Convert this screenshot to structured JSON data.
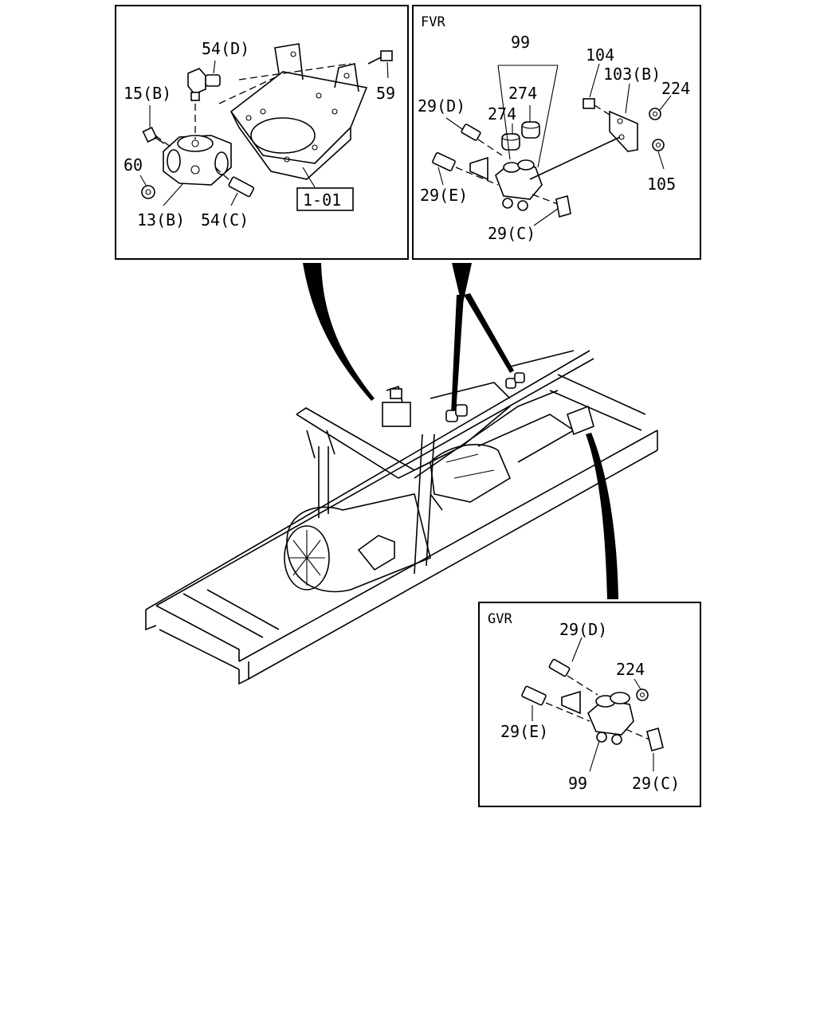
{
  "panels": {
    "left": {
      "labels": {
        "p54d": "54(D)",
        "p15b": "15(B)",
        "p60": "60",
        "p13b": "13(B)",
        "p54c": "54(C)",
        "p59": "59",
        "ref": "1-01"
      }
    },
    "fvr": {
      "title": "FVR",
      "labels": {
        "p99": "99",
        "p274a": "274",
        "p274b": "274",
        "p29d": "29(D)",
        "p29e": "29(E)",
        "p29c": "29(C)",
        "p104": "104",
        "p103b": "103(B)",
        "p224": "224",
        "p105": "105"
      }
    },
    "gvr": {
      "title": "GVR",
      "labels": {
        "p29d": "29(D)",
        "p224": "224",
        "p29e": "29(E)",
        "p99": "99",
        "p29c": "29(C)"
      }
    }
  }
}
